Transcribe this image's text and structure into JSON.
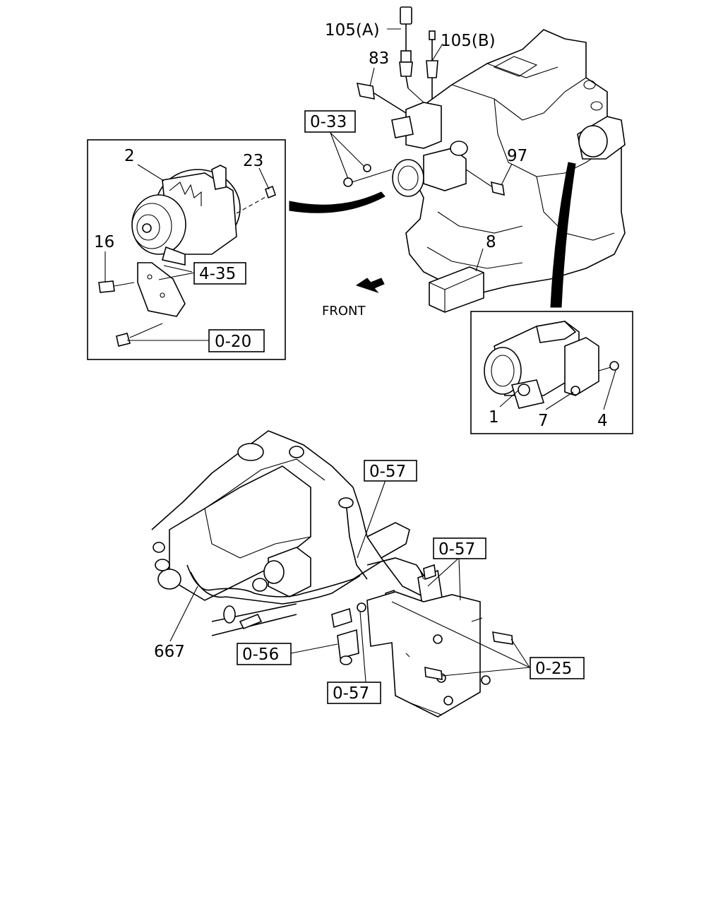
{
  "labels": {
    "p105a": "105(A)",
    "p105b": "105(B)",
    "p83": "83",
    "p97": "97",
    "p8": "8",
    "p2": "2",
    "p23": "23",
    "p16": "16",
    "p1": "1",
    "p7": "7",
    "p4": "4",
    "p667": "667",
    "front": "FRONT"
  },
  "refs": {
    "r033": "0-33",
    "r435": "4-35",
    "r020": "0-20",
    "r057a": "0-57",
    "r057b": "0-57",
    "r057c": "0-57",
    "r056": "0-56",
    "r025": "0-25"
  }
}
